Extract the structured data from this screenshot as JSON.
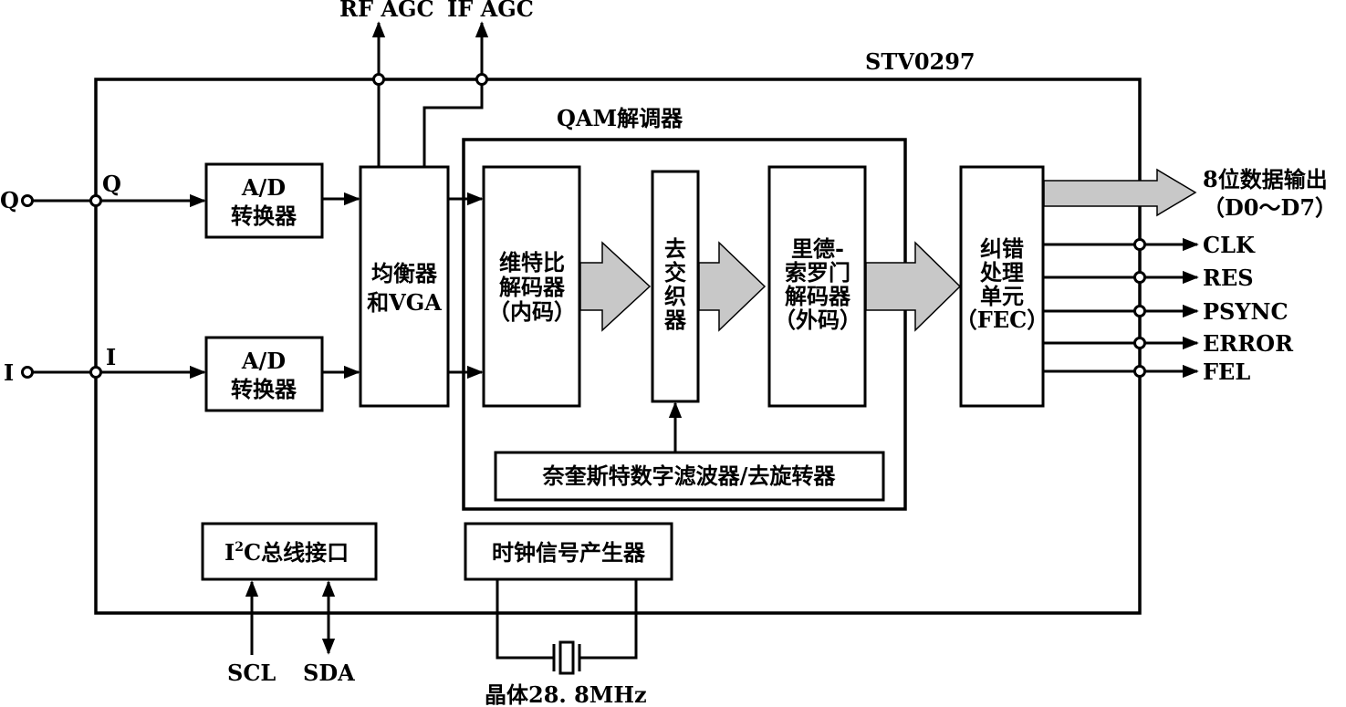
{
  "chip": {
    "name": "STV0297"
  },
  "agc": {
    "rf": "RF AGC",
    "if": "IF AGC"
  },
  "inputs": {
    "q_terminal": "Q",
    "q_pin": "Q",
    "i_terminal": "I",
    "i_pin": "I"
  },
  "adc": {
    "line1": "A/D",
    "line2": "转换器"
  },
  "equalizer": {
    "line1": "均衡器",
    "line2": "和VGA"
  },
  "qam": {
    "title": "QAM解调器"
  },
  "viterbi": {
    "line1": "维特比",
    "line2": "解码器",
    "line3": "（内码）"
  },
  "deinterleaver": {
    "chars": [
      "去",
      "交",
      "织",
      "器"
    ]
  },
  "reed_solomon": {
    "line1": "里德-",
    "line2": "索罗门",
    "line3": "解码器",
    "line4": "（外码）"
  },
  "nyquist": {
    "label": "奈奎斯特数字滤波器/去旋转器"
  },
  "fec": {
    "line1": "纠错",
    "line2": "处理",
    "line3": "单元",
    "line4": "（FEC）"
  },
  "data_out": {
    "line1": "8位数据输出",
    "line2": "（D0～D7）"
  },
  "outputs": [
    "CLK",
    "RES",
    "PSYNC",
    "ERROR",
    "FEL"
  ],
  "i2c": {
    "i": "I",
    "sup": "2",
    "rest": "C总线接口"
  },
  "clock": {
    "label": "时钟信号产生器"
  },
  "bus": {
    "scl": "SCL",
    "sda": "SDA"
  },
  "crystal": {
    "label": "晶体28. 8MHz"
  }
}
